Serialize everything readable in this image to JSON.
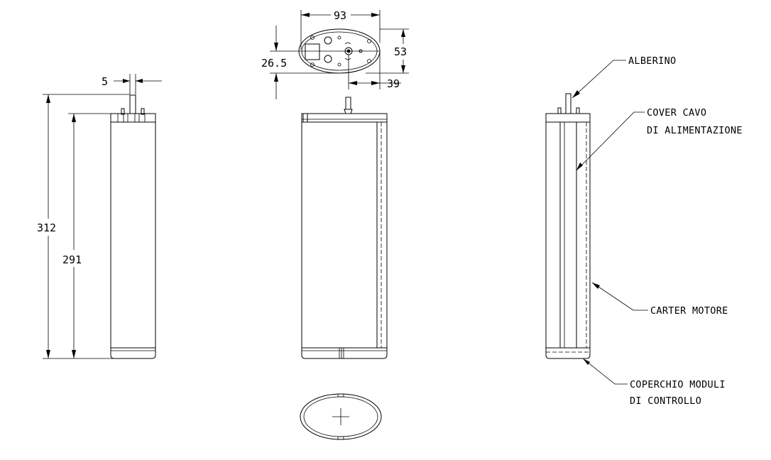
{
  "dimensions": {
    "shaft_diameter": "5",
    "total_height": "312",
    "body_height": "291",
    "top_width": "93",
    "top_depth": "53",
    "hole_offset": "26.5",
    "shaft_offset": "39"
  },
  "callouts": {
    "shaft": "ALBERINO",
    "cable_cover_line1": "COVER CAVO",
    "cable_cover_line2": "DI ALIMENTAZIONE",
    "motor_housing": "CARTER MOTORE",
    "control_cover_line1": "COPERCHIO MODULI",
    "control_cover_line2": "DI CONTROLLO"
  },
  "icons": {
    "arrowhead": "arrowhead-icon",
    "center_cross": "crosshair-icon"
  }
}
